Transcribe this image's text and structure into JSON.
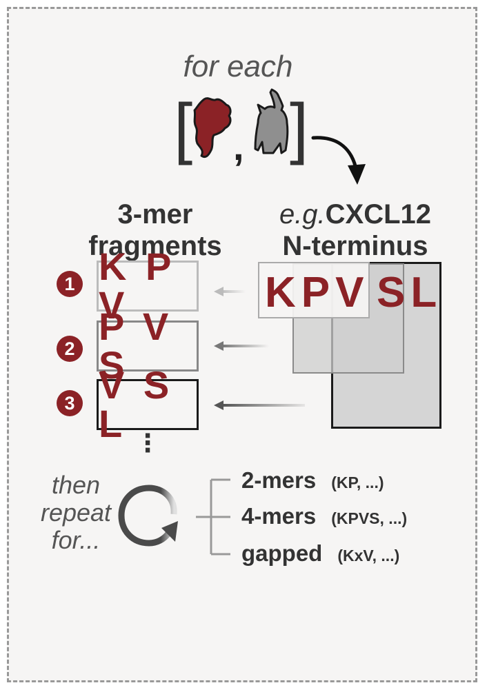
{
  "header": {
    "for_each": "for each",
    "bracket_open": "[",
    "bracket_close": "]",
    "comma": ","
  },
  "icons": {
    "human_silhouette": {
      "name": "human-map-icon",
      "color": "#8b2226"
    },
    "cat_silhouette": {
      "name": "cat-icon",
      "color": "#8a8a8a"
    }
  },
  "left_heading": {
    "line1": "3-mer",
    "line2": "fragments"
  },
  "right_heading": {
    "prefix": "e.g.",
    "line1_rest": "CXCL12",
    "line2": "N-terminus"
  },
  "sequence": {
    "highlighted": "KPV",
    "rest": "SL",
    "residues": [
      "K",
      "P",
      "V",
      "S",
      "L"
    ]
  },
  "fragments": [
    {
      "number": "1",
      "text": "K P V"
    },
    {
      "number": "2",
      "text": "P V S"
    },
    {
      "number": "3",
      "text": "V S L"
    }
  ],
  "continuation": "⋮",
  "repeat": {
    "label_line1": "then",
    "label_line2": "repeat",
    "label_line3": "for...",
    "items": [
      {
        "kmer": "2-mers",
        "example": "(KP, ...)"
      },
      {
        "kmer": "4-mers",
        "example": "(KPVS, ...)"
      },
      {
        "kmer": "gapped",
        "example": "(KxV, ...)"
      }
    ]
  },
  "colors": {
    "accent": "#8b2226",
    "text_dark": "#333333",
    "text_muted": "#555555",
    "panel_bg": "#f6f5f4",
    "border_dashed": "#999999"
  }
}
